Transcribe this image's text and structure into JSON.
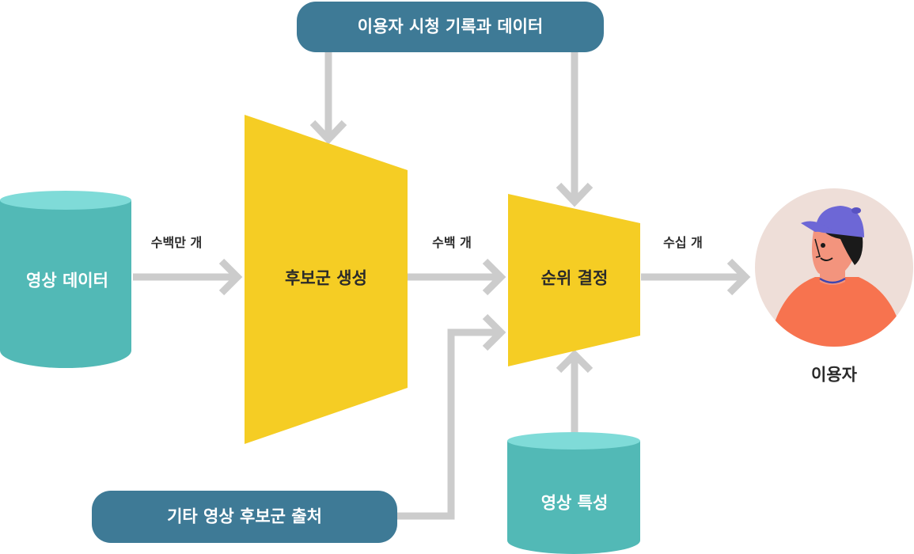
{
  "top_source": "이용자 시청 기록과 데이터",
  "bottom_source": "기타 영상 후보군 출처",
  "video_data": "영상 데이터",
  "video_features": "영상 특성",
  "candidate_generation": "후보군 생성",
  "ranking": "순위 결정",
  "count_millions": "수백만 개",
  "count_hundreds": "수백 개",
  "count_tens": "수십 개",
  "user": "이용자",
  "colors": {
    "pill": "#3e7a96",
    "cylinder": "#52b9b6",
    "cylinder_top": "#7fdbd8",
    "funnel": "#f5cd24",
    "arrow": "#cccccc",
    "avatar_bg": "#eeded8"
  }
}
